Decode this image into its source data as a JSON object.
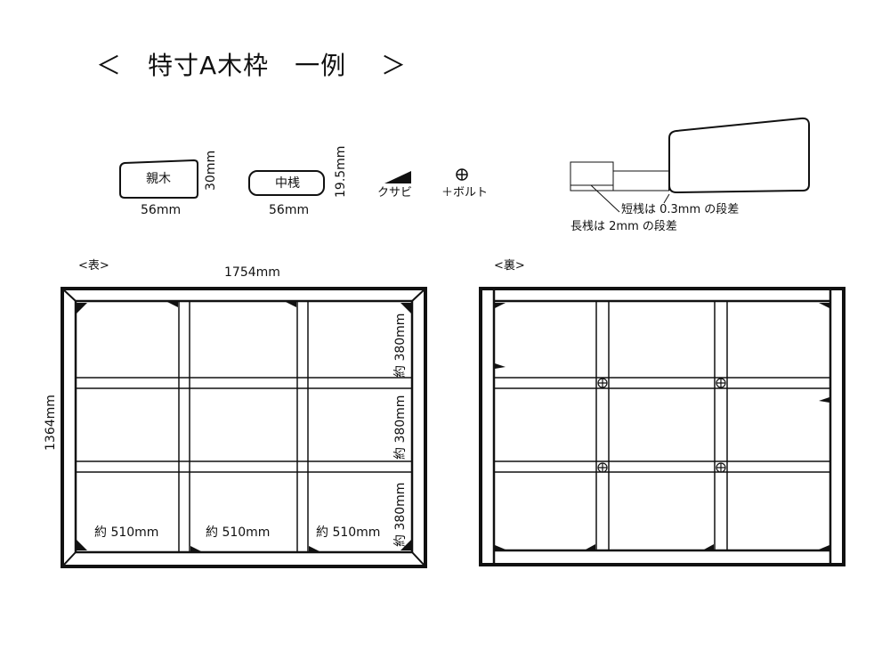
{
  "title": {
    "open": "＜",
    "text": "特寸A木枠　一例",
    "close": "＞"
  },
  "legend": {
    "oyagi_label": "親木",
    "oyagi_height": "30mm",
    "oyagi_width": "56mm",
    "nakasan_label": "中桟",
    "nakasan_height": "19.5mm",
    "nakasan_width": "56mm",
    "kusabi_label": "クサビ",
    "bolt_symbol": "⊕",
    "bolt_label": "＋ボルト"
  },
  "step_detail": {
    "short_note": "短桟は 0.3mm の段差",
    "long_note": "長桟は 2mm の段差"
  },
  "front": {
    "label": "<表>",
    "width_dim": "1754mm",
    "height_dim": "1364mm",
    "row_dims": [
      "約 380mm",
      "約 380mm",
      "約 380mm"
    ],
    "col_dims": [
      "約 510mm",
      "約 510mm",
      "約 510mm"
    ]
  },
  "back": {
    "label": "<裏>"
  }
}
